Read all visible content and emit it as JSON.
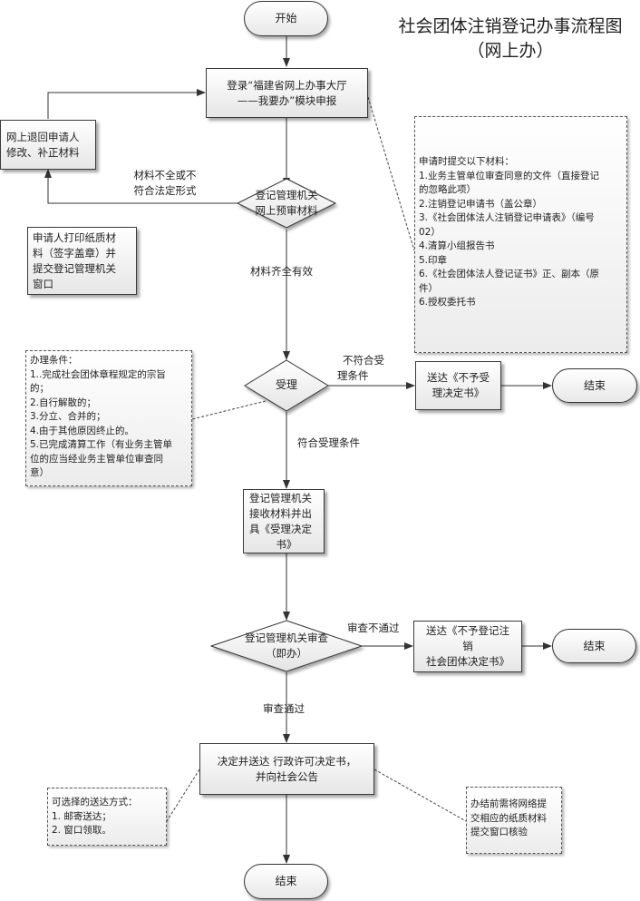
{
  "title": {
    "line1": "社会团体注销登记办事流程图",
    "line2": "（网上办）"
  },
  "nodes": {
    "start": "开始",
    "login": {
      "line1": "登录“福建省网上办事大厅",
      "line2": "——我要办”模块申报"
    },
    "prereview": {
      "line1": "登记管理机关",
      "line2": "网上预审材料"
    },
    "return_box": {
      "line1": "网上退回申请人",
      "line2": "修改、补正材料"
    },
    "print_box": {
      "line1": "申请人打印纸质材",
      "line2": "料（签字盖章）并",
      "line3": "提交登记管理机关",
      "line4": "窗口"
    },
    "accept": "受理",
    "reject_notice": {
      "line1": "送达《不予受",
      "line2": "理决定书》"
    },
    "end1": "结束",
    "receive": {
      "line1": "登记管理机关",
      "line2": "接收材料并出",
      "line3": "具《受理决定",
      "line4": "书》"
    },
    "review": {
      "line1": "登记管理机关审查",
      "line2": "（即办）"
    },
    "deny_notice": {
      "line1": "送达《不予登记注",
      "line2": "销",
      "line3": "社会团体决定书》"
    },
    "end2": "结束",
    "decide": {
      "line1": "决定并送达 行政许可决定书，",
      "line2": "并向社会公告"
    },
    "end3": "结束"
  },
  "edge_labels": {
    "incomplete": {
      "line1": "材料不全或不",
      "line2": "符合法定形式"
    },
    "complete": "材料齐全有效",
    "not_meet": {
      "line1": "不符合受",
      "line2": "理条件"
    },
    "meet": "符合受理条件",
    "fail": "审查不通过",
    "pass": "审查通过"
  },
  "notes": {
    "materials": {
      "heading": "申请时提交以下材料：",
      "items": [
        "1.业务主管单位审查同意的文件（直接登记",
        "的忽略此项）",
        "2.注销登记申请书（盖公章）",
        "3.《社会团体法人注销登记申请表》（编号",
        "02）",
        "4.清算小组报告书",
        "5.印章",
        "6.《社会团体法人登记证书》正、副本（原",
        "件）",
        "6.授权委托书"
      ]
    },
    "conditions": {
      "heading": "办理条件：",
      "items": [
        "1..完成社会团体章程规定的宗旨",
        "的；",
        "2.自行解散的；",
        "3.分立、合并的；",
        "4.由于其他原因终止的。",
        "5.已完成清算工作（有业务主管单",
        "位的应当经业务主管单位审查同",
        "意）"
      ]
    },
    "delivery": {
      "heading": "可选择的送达方式：",
      "items": [
        "1. 邮寄送达；",
        "2. 窗口领取。"
      ]
    },
    "paper": {
      "items": [
        "办结前需将网络提",
        "交相应的纸质材料",
        "提交窗口核验"
      ]
    }
  }
}
